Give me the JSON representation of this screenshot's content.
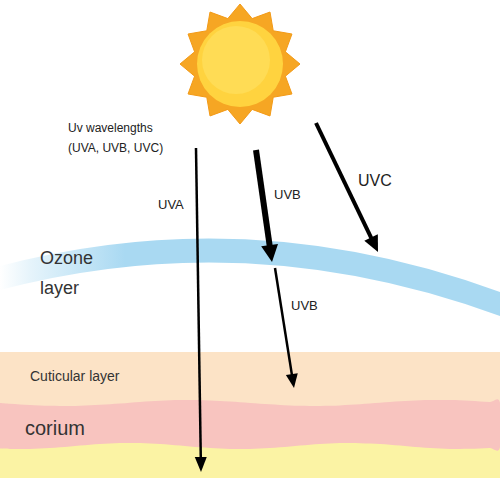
{
  "diagram": {
    "nodes": [
      {
        "text": [
          "Ozone layer"
        ]
      },
      {
        "text": [
          "Cuticular layer"
        ]
      },
      {
        "text": [
          "corium"
        ]
      }
    ],
    "labels": [
      "Uv wavelengths (UVA, UVB, UVC)",
      "UVA",
      "UVB",
      "UVC",
      "UVB"
    ]
  }
}
